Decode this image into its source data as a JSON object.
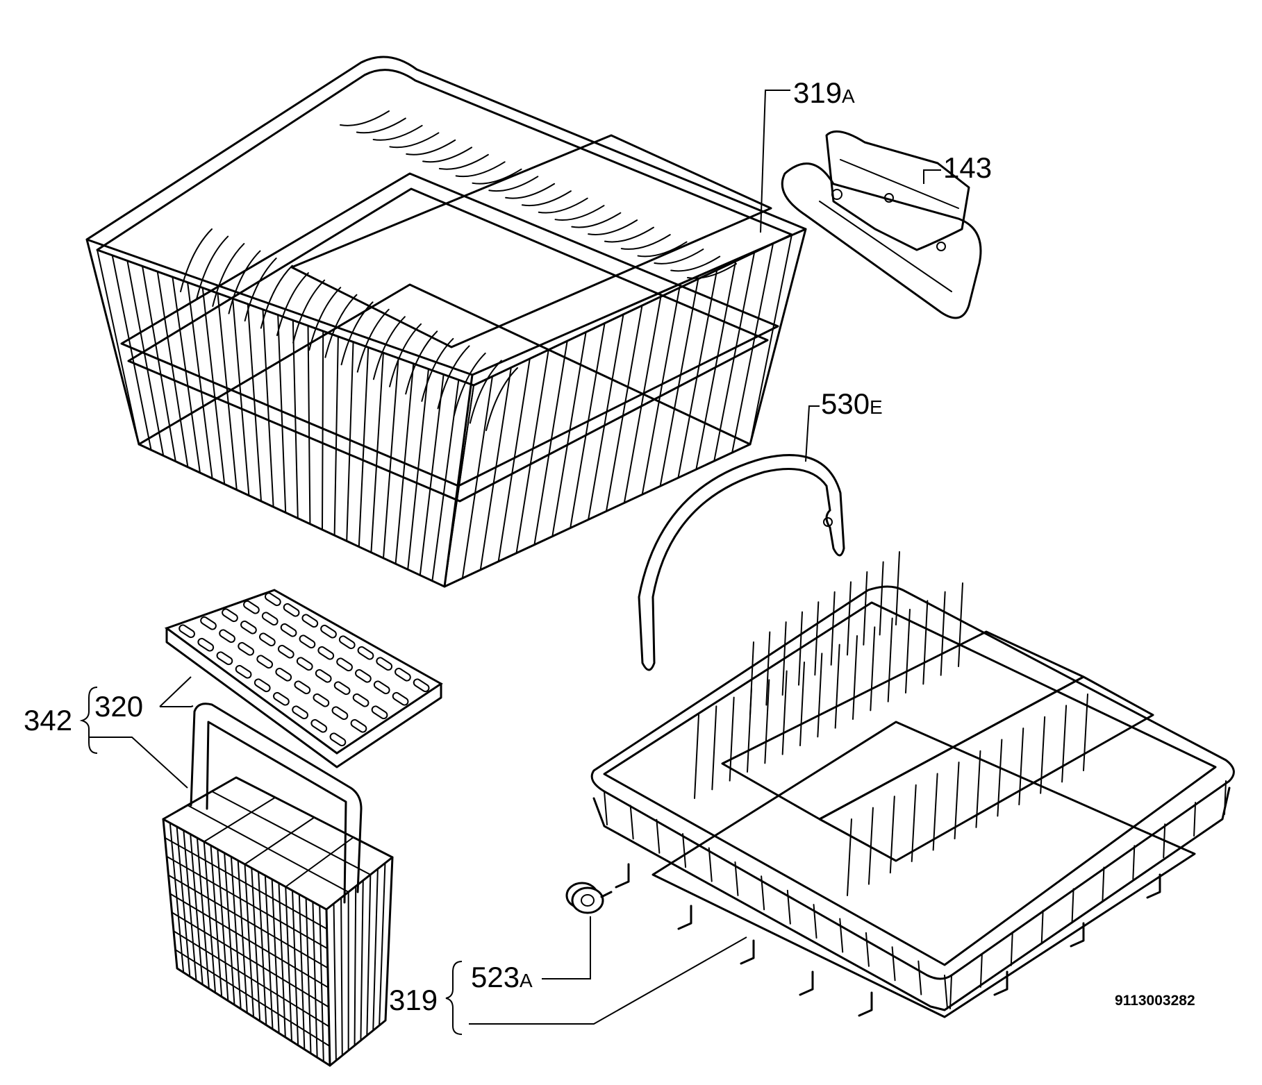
{
  "labels": {
    "upper_basket_code": "319",
    "upper_basket_suffix": "A",
    "holder_code": "143",
    "handle_code": "530",
    "handle_suffix": "E",
    "cutlery_set_code": "342",
    "grid_code": "320",
    "lower_basket_code": "319",
    "wheel_code": "523",
    "wheel_suffix": "A"
  },
  "drawing_number": "9113003282"
}
